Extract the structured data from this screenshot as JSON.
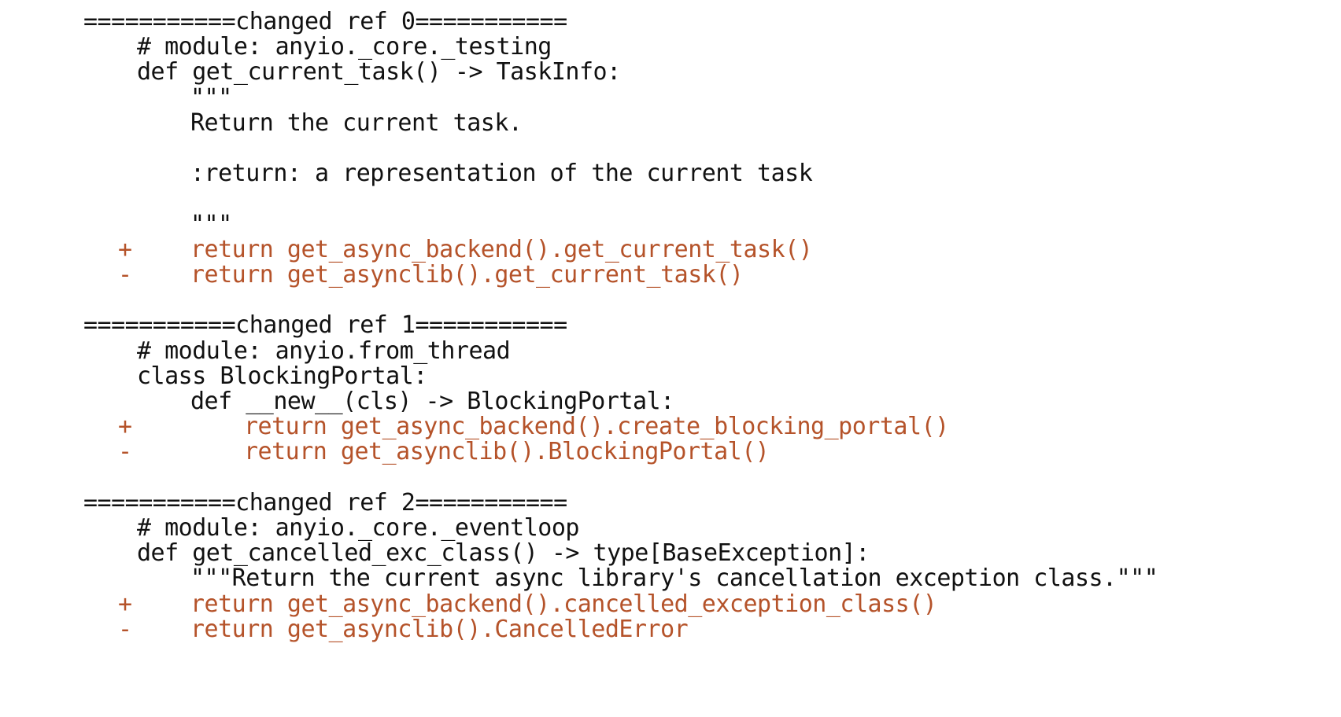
{
  "colors": {
    "text": "#111111",
    "added": "#b5532a",
    "removed": "#b5532a",
    "background": "#ffffff"
  },
  "lines": [
    {
      "type": "header",
      "indent": 0,
      "marker": "",
      "text": "===========changed ref 0==========="
    },
    {
      "type": "context",
      "indent": 1,
      "marker": "",
      "text": "# module: anyio._core._testing"
    },
    {
      "type": "context",
      "indent": 1,
      "marker": "",
      "text": "def get_current_task() -> TaskInfo:"
    },
    {
      "type": "context",
      "indent": 2,
      "marker": "",
      "text": "\"\"\""
    },
    {
      "type": "context",
      "indent": 2,
      "marker": "",
      "text": "Return the current task."
    },
    {
      "type": "blank",
      "indent": 0,
      "marker": "",
      "text": ""
    },
    {
      "type": "context",
      "indent": 2,
      "marker": "",
      "text": ":return: a representation of the current task"
    },
    {
      "type": "blank",
      "indent": 0,
      "marker": "",
      "text": ""
    },
    {
      "type": "context",
      "indent": 2,
      "marker": "",
      "text": "\"\"\""
    },
    {
      "type": "added",
      "indent": 2,
      "marker": "+",
      "text": "return get_async_backend().get_current_task()"
    },
    {
      "type": "removed",
      "indent": 2,
      "marker": "-",
      "text": "return get_asynclib().get_current_task()"
    },
    {
      "type": "blank",
      "indent": 0,
      "marker": "",
      "text": ""
    },
    {
      "type": "header",
      "indent": 0,
      "marker": "",
      "text": "===========changed ref 1==========="
    },
    {
      "type": "context",
      "indent": 1,
      "marker": "",
      "text": "# module: anyio.from_thread"
    },
    {
      "type": "context",
      "indent": 1,
      "marker": "",
      "text": "class BlockingPortal:"
    },
    {
      "type": "context",
      "indent": 2,
      "marker": "",
      "text": "def __new__(cls) -> BlockingPortal:"
    },
    {
      "type": "added",
      "indent": 3,
      "marker": "+",
      "text": "return get_async_backend().create_blocking_portal()"
    },
    {
      "type": "removed",
      "indent": 3,
      "marker": "-",
      "text": "return get_asynclib().BlockingPortal()"
    },
    {
      "type": "blank",
      "indent": 0,
      "marker": "",
      "text": ""
    },
    {
      "type": "header",
      "indent": 0,
      "marker": "",
      "text": "===========changed ref 2==========="
    },
    {
      "type": "context",
      "indent": 1,
      "marker": "",
      "text": "# module: anyio._core._eventloop"
    },
    {
      "type": "context",
      "indent": 1,
      "marker": "",
      "text": "def get_cancelled_exc_class() -> type[BaseException]:"
    },
    {
      "type": "context",
      "indent": 2,
      "marker": "",
      "text": "\"\"\"Return the current async library's cancellation exception class.\"\"\""
    },
    {
      "type": "added",
      "indent": 2,
      "marker": "+",
      "text": "return get_async_backend().cancelled_exception_class()"
    },
    {
      "type": "removed",
      "indent": 2,
      "marker": "-",
      "text": "return get_asynclib().CancelledError"
    }
  ]
}
